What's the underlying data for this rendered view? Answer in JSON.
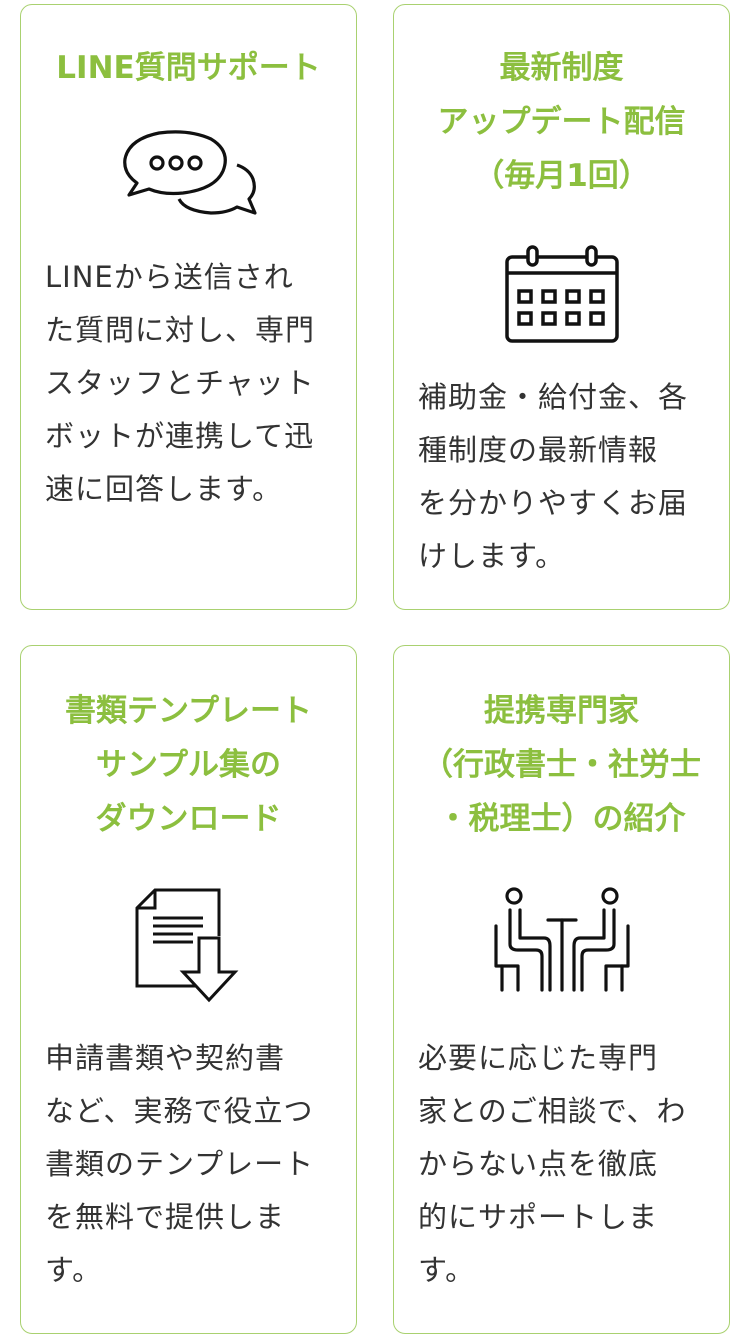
{
  "colors": {
    "accent": "#8cbf3f",
    "border": "#a9d170",
    "text": "#333333"
  },
  "cards": [
    {
      "title": "LINE質問サポート",
      "icon": "chat-bubbles-icon",
      "body": "LINEから送信され\nた質問に対し、専門\nスタッフとチャット\nボットが連携して迅\n速に回答します。"
    },
    {
      "title": "最新制度\nアップデート配信\n（毎月1回）",
      "icon": "calendar-icon",
      "body": "補助金・給付金、各\n種制度の最新情報\nを分かりやすくお届\nけします。"
    },
    {
      "title": "書類テンプレート\nサンプル集の\nダウンロード",
      "icon": "document-download-icon",
      "body": "申請書類や契約書\nなど、実務で役立つ\n書類のテンプレート\nを無料で提供しま\nす。"
    },
    {
      "title": "提携専門家\n（行政書士・社労士\n・税理士）の紹介",
      "icon": "consultation-meeting-icon",
      "body": "必要に応じた専門\n家とのご相談で、わ\nからない点を徹底\n的にサポートしま\nす。"
    }
  ]
}
